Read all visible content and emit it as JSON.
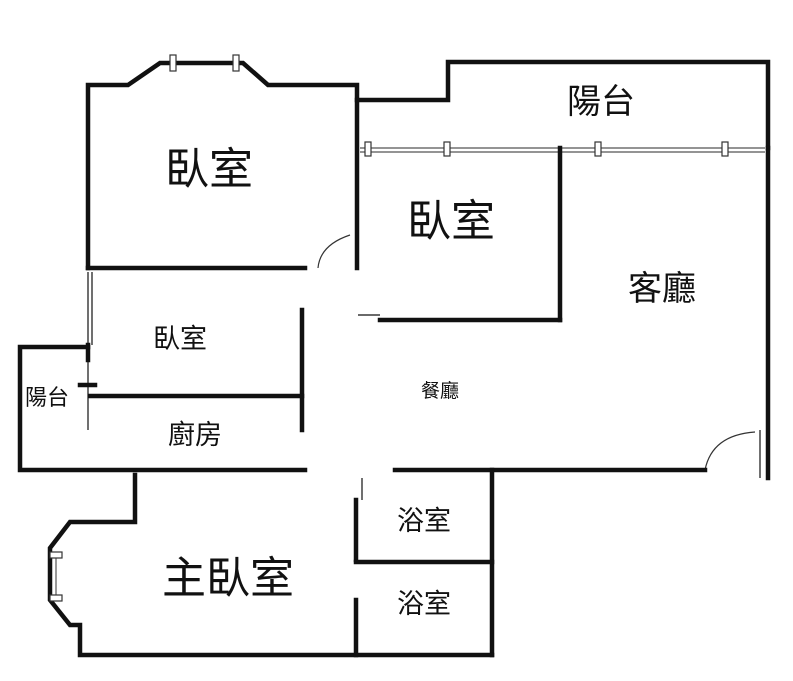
{
  "rooms": {
    "bedroom_top_left": "臥室",
    "bedroom_top_middle": "臥室",
    "bedroom_left": "臥室",
    "balcony_top": "陽台",
    "balcony_left": "陽台",
    "living_room": "客廳",
    "dining_room": "餐廳",
    "kitchen": "廚房",
    "master_bedroom": "主臥室",
    "bathroom_upper": "浴室",
    "bathroom_lower": "浴室"
  }
}
